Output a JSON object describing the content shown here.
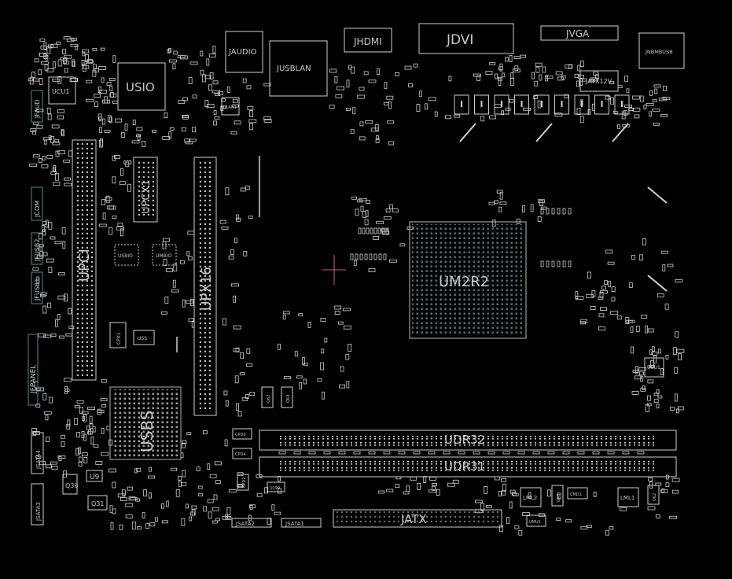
{
  "labels": {
    "jaudio": "JAUDIO",
    "jusblan": "JUSBLAN",
    "jhdmi": "JHDMI",
    "jdvi": "JDVI",
    "jvga": "JVGA",
    "jnbmbusb": "JNBMBUSB",
    "jatx12v": "JATX12V",
    "ucu1": "UCU1",
    "usio": "USIO",
    "ulan1": "ULAN1",
    "jaudio_side": "JFAUD",
    "jcom": "JCOM",
    "jfusb2": "JFUSB2",
    "jfusb1": "JFUSB1",
    "jfanel": "JFPANEL",
    "jsata4": "JSATA4",
    "jsata3": "JSATA3",
    "upci": "UPCI",
    "upcx1": "UPCX1",
    "upx16": "UPX16",
    "usbio": "USBIO",
    "umbio": "UMBIO",
    "cpx1": "CPX1",
    "uss": "USS",
    "usbs": "USBS",
    "um2r2": "UM2R2",
    "udr32": "UDR32",
    "udr31": "UDR31",
    "jatx": "JATX",
    "jsata2": "JSATA2",
    "jsata1": "JSATA1",
    "q36": "Q36",
    "u9": "U9",
    "q31": "Q31",
    "lml2": "LML2",
    "lml1": "LML1",
    "q62": "Q62",
    "q63": "Q63",
    "ucu1_right": "UCU1",
    "cpd3": "CPD3",
    "cpd4": "CPD4",
    "cpd2": "CPD2",
    "u199": "U199",
    "q48": "Q48",
    "cmd1": "CMD1",
    "umu1": "UMU1"
  }
}
